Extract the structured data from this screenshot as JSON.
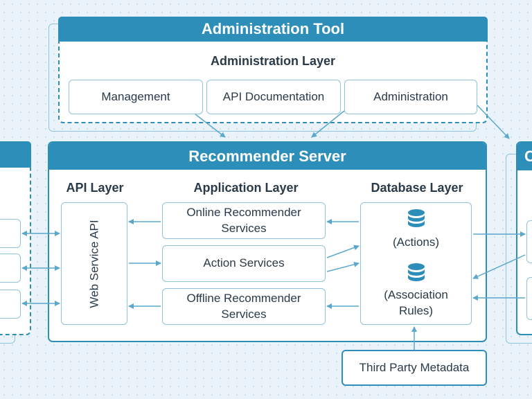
{
  "admin_tool": {
    "title": "Administration Tool",
    "layer_title": "Administration Layer",
    "boxes": [
      "Management",
      "API Documentation",
      "Administration"
    ]
  },
  "recommender_server": {
    "title": "Recommender Server",
    "api_layer": {
      "title": "API Layer",
      "web_service_api": "Web Service API"
    },
    "application_layer": {
      "title": "Application Layer",
      "services": [
        "Online Recommender Services",
        "Action Services",
        "Offline Recommender Services"
      ]
    },
    "database_layer": {
      "title": "Database Layer",
      "stores": [
        {
          "label": "(Actions)",
          "icon": "database-icon"
        },
        {
          "label": "(Association Rules)",
          "icon": "database-icon"
        }
      ]
    }
  },
  "third_party": {
    "label": "Third Party Metadata"
  },
  "right_panel": {
    "title_partial": "C"
  },
  "colors": {
    "accent": "#2d8fb9",
    "border_light": "#8fc3dd",
    "arrow": "#5aa8cc",
    "background": "#eaf3fa"
  }
}
